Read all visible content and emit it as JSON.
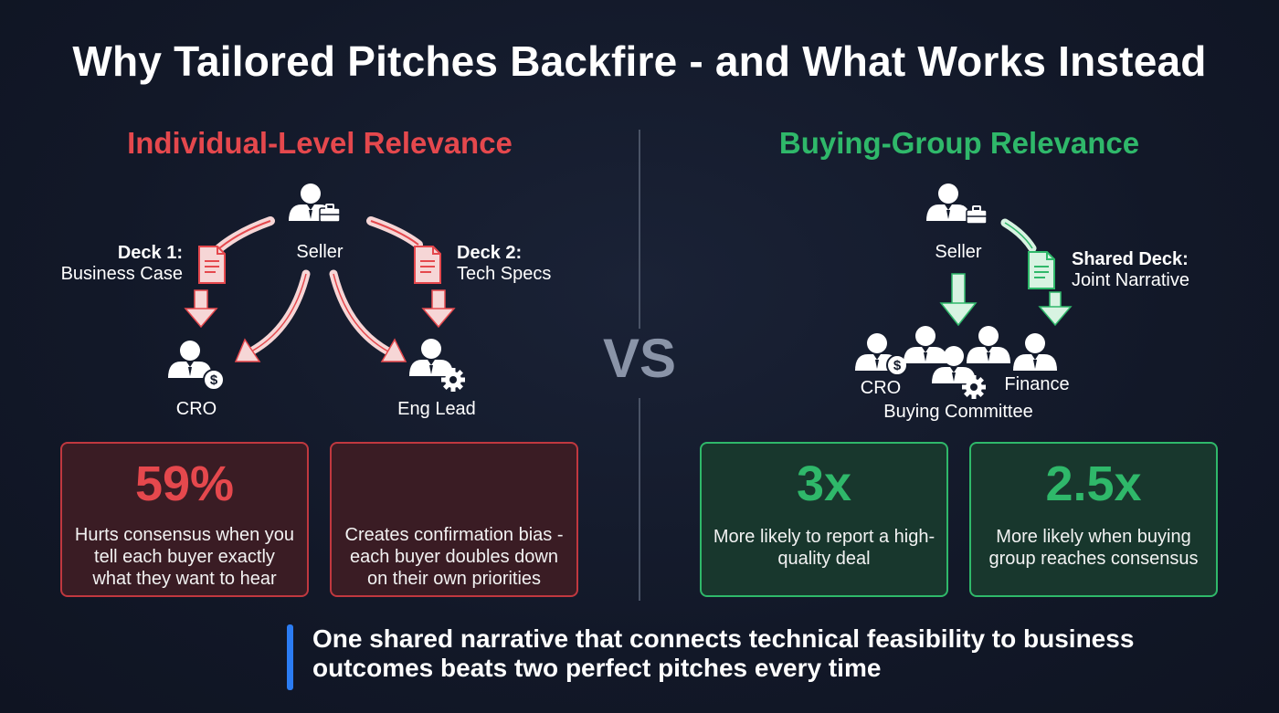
{
  "title": "Why Tailored Pitches Backfire - and What Works Instead",
  "left": {
    "heading": "Individual-Level Relevance",
    "seller_label": "Seller",
    "deck1_title": "Deck 1:",
    "deck1_text": "Business Case",
    "deck2_title": "Deck 2:",
    "deck2_text": "Tech Specs",
    "buyer1_label": "CRO",
    "buyer2_label": "Eng Lead",
    "cards": [
      {
        "big": "59%",
        "desc": "Hurts consensus when you tell each buyer exactly what they want to hear"
      },
      {
        "icon": "arrow-down-icon",
        "desc": "Creates confirmation bias - each buyer doubles down on their own priorities"
      }
    ]
  },
  "vs_label": "VS",
  "right": {
    "heading": "Buying-Group Relevance",
    "seller_label": "Seller",
    "deck_title": "Shared Deck:",
    "deck_text": "Joint Narrative",
    "cro_label": "CRO",
    "finance_label": "Finance",
    "committee_label": "Buying Committee",
    "cards": [
      {
        "big": "3x",
        "desc": "More likely to report a high-quality deal"
      },
      {
        "big": "2.5x",
        "desc": "More likely when buying group reaches consensus"
      }
    ]
  },
  "bottom_message": "One shared narrative that connects technical feasibility to business outcomes beats two perfect pitches every time",
  "colors": {
    "red": "#e5484d",
    "green": "#2fb86a",
    "blue_accent": "#2b7cf3",
    "background": "#131a2b"
  }
}
